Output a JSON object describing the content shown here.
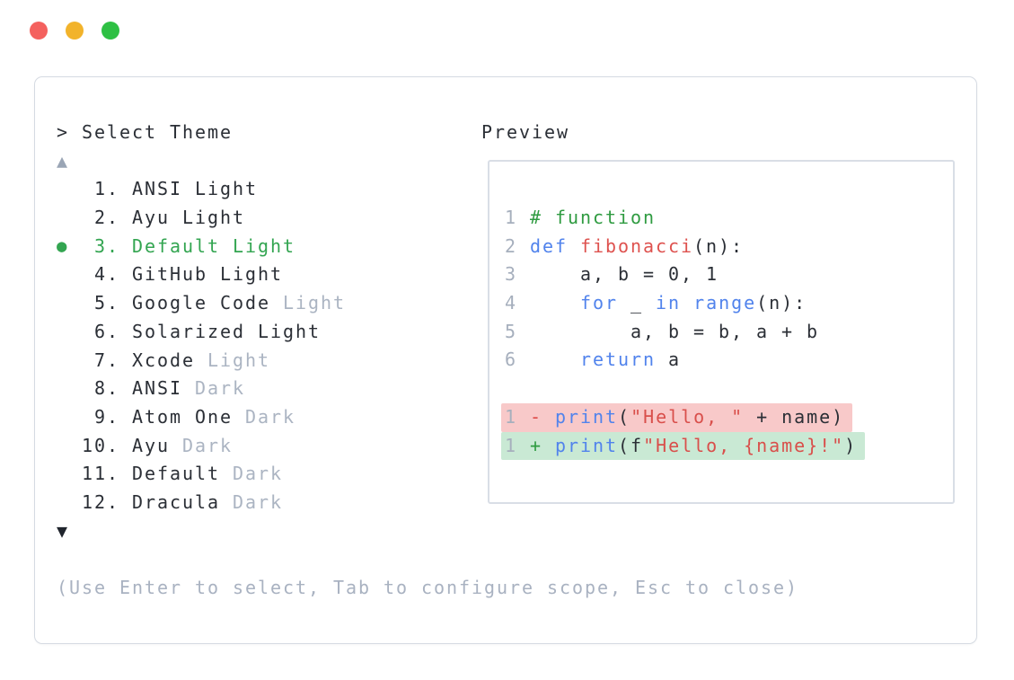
{
  "window": {
    "traffic_lights": [
      "close",
      "minimize",
      "zoom"
    ]
  },
  "theme_picker": {
    "prompt": ">",
    "title": "Select Theme",
    "scroll_up": "▲",
    "scroll_down": "▼",
    "selected_marker": "●",
    "items": [
      {
        "number": "1.",
        "name": "ANSI",
        "variant": "Light"
      },
      {
        "number": "2.",
        "name": "Ayu",
        "variant": "Light"
      },
      {
        "number": "3.",
        "name": "Default",
        "variant": "Light"
      },
      {
        "number": "4.",
        "name": "GitHub",
        "variant": "Light"
      },
      {
        "number": "5.",
        "name": "Google Code",
        "variant": "Light"
      },
      {
        "number": "6.",
        "name": "Solarized",
        "variant": "Light"
      },
      {
        "number": "7.",
        "name": "Xcode",
        "variant": "Light"
      },
      {
        "number": "8.",
        "name": "ANSI",
        "variant": "Dark"
      },
      {
        "number": "9.",
        "name": "Atom One",
        "variant": "Dark"
      },
      {
        "number": "10.",
        "name": "Ayu",
        "variant": "Dark"
      },
      {
        "number": "11.",
        "name": "Default",
        "variant": "Dark"
      },
      {
        "number": "12.",
        "name": "Dracula",
        "variant": "Dark"
      }
    ],
    "selected_item": "3. Default Light",
    "hint": "(Use Enter to select, Tab to configure scope, Esc to close)"
  },
  "preview": {
    "label": "Preview",
    "code_lines": [
      {
        "no": "1",
        "segments": [
          {
            "t": "# function",
            "c": "cm"
          }
        ]
      },
      {
        "no": "2",
        "segments": [
          {
            "t": "def",
            "c": "kw"
          },
          {
            "t": " ",
            "c": "pl"
          },
          {
            "t": "fibonacci",
            "c": "fn"
          },
          {
            "t": "(n):",
            "c": "pl"
          }
        ]
      },
      {
        "no": "3",
        "segments": [
          {
            "t": "    a, b = 0, 1",
            "c": "pl"
          }
        ]
      },
      {
        "no": "4",
        "segments": [
          {
            "t": "    ",
            "c": "pl"
          },
          {
            "t": "for",
            "c": "kw"
          },
          {
            "t": " _ ",
            "c": "pl"
          },
          {
            "t": "in",
            "c": "kw"
          },
          {
            "t": " ",
            "c": "pl"
          },
          {
            "t": "range",
            "c": "kw"
          },
          {
            "t": "(n):",
            "c": "pl"
          }
        ]
      },
      {
        "no": "5",
        "segments": [
          {
            "t": "        a, b = b, a + b",
            "c": "pl"
          }
        ]
      },
      {
        "no": "6",
        "segments": [
          {
            "t": "    ",
            "c": "pl"
          },
          {
            "t": "return",
            "c": "kw"
          },
          {
            "t": " a",
            "c": "pl"
          }
        ]
      }
    ],
    "diff_lines": [
      {
        "no": "1",
        "kind": "removed",
        "segments": [
          {
            "t": "-",
            "c": "del"
          },
          {
            "t": " ",
            "c": "pl"
          },
          {
            "t": "print",
            "c": "kw"
          },
          {
            "t": "(",
            "c": "pl"
          },
          {
            "t": "\"Hello, \"",
            "c": "str"
          },
          {
            "t": " + name)",
            "c": "pl"
          }
        ]
      },
      {
        "no": "1",
        "kind": "added",
        "segments": [
          {
            "t": "+",
            "c": "add"
          },
          {
            "t": " ",
            "c": "pl"
          },
          {
            "t": "print",
            "c": "kw"
          },
          {
            "t": "(f",
            "c": "pl"
          },
          {
            "t": "\"Hello, {name}!\"",
            "c": "str"
          },
          {
            "t": ")",
            "c": "pl"
          }
        ]
      }
    ]
  },
  "colors": {
    "traffic_red": "#f4615e",
    "traffic_yellow": "#f2b32b",
    "traffic_green": "#2ec044",
    "selected_green": "#33a551",
    "dim_gray": "#abb4c2",
    "text_dark": "#2b2f36",
    "keyword_blue": "#5183ec",
    "string_red": "#d94f4b",
    "comment_green": "#2f9b41",
    "diff_removed_bg": "#f8c9c9",
    "diff_added_bg": "#c9e9d4",
    "border_gray": "#d5dae2"
  }
}
